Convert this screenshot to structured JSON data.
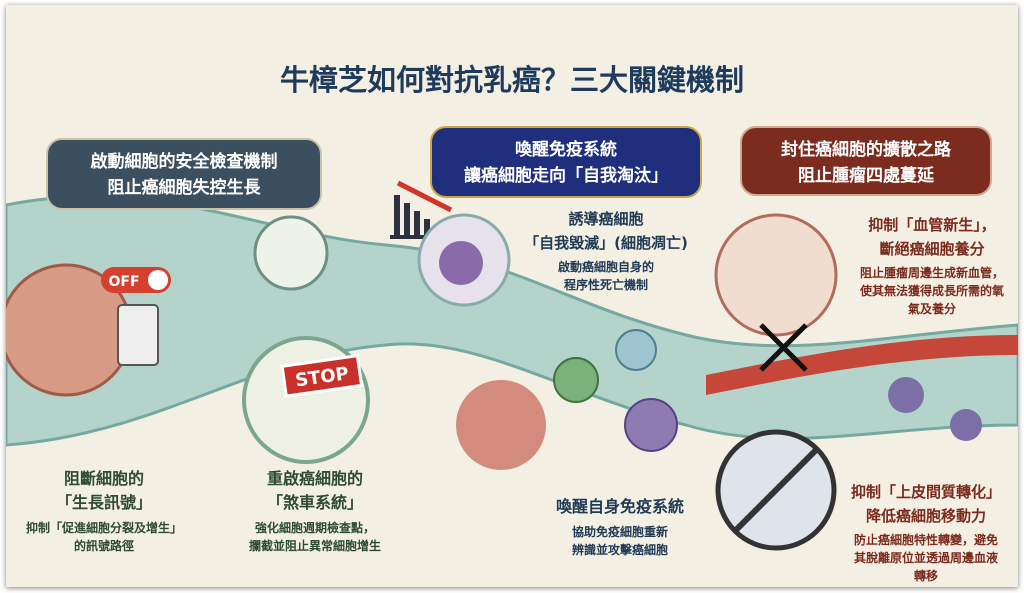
{
  "title": "牛樟芝如何對抗乳癌？三大關鍵機制",
  "headers": [
    {
      "line1": "啟動細胞的安全檢查機制",
      "line2": "阻止癌細胞失控生長"
    },
    {
      "line1": "喚醒免疫系統",
      "line2": "讓癌細胞走向「自我淘汰」"
    },
    {
      "line1": "封住癌細胞的擴散之路",
      "line2": "阻止腫瘤四處蔓延"
    }
  ],
  "labels": {
    "off": "OFF",
    "stop": "STOP"
  },
  "items": [
    {
      "h1": "阻斷細胞的",
      "h2": "「生長訊號」",
      "s1": "抑制「促進細胞分裂及增生」",
      "s2": "的訊號路徑"
    },
    {
      "h1": "重啟癌細胞的",
      "h2": "「煞車系統」",
      "s1": "強化細胞週期檢查點，",
      "s2": "攔截並阻止異常細胞增生"
    },
    {
      "h1": "誘導癌細胞",
      "h2": "「自我毀滅」(細胞凋亡)",
      "s1": "啟動癌細胞自身的",
      "s2": "程序性死亡機制"
    },
    {
      "h1": "喚醒自身免疫系統",
      "s1": "協助免疫細胞重新",
      "s2": "辨識並攻擊癌細胞"
    },
    {
      "h1": "抑制「血管新生」，",
      "h2": "斷絕癌細胞養分",
      "s1": "阻止腫瘤周邊生成新血管，",
      "s2": "使其無法獲得成長所需的氧",
      "s3": "氣及養分"
    },
    {
      "h1": "抑制「上皮間質轉化」",
      "h2": "降低癌細胞移動力",
      "s1": "防止癌細胞特性轉變，避免",
      "s2": "其脫離原位並透過周邊血液",
      "s3": "轉移"
    }
  ]
}
